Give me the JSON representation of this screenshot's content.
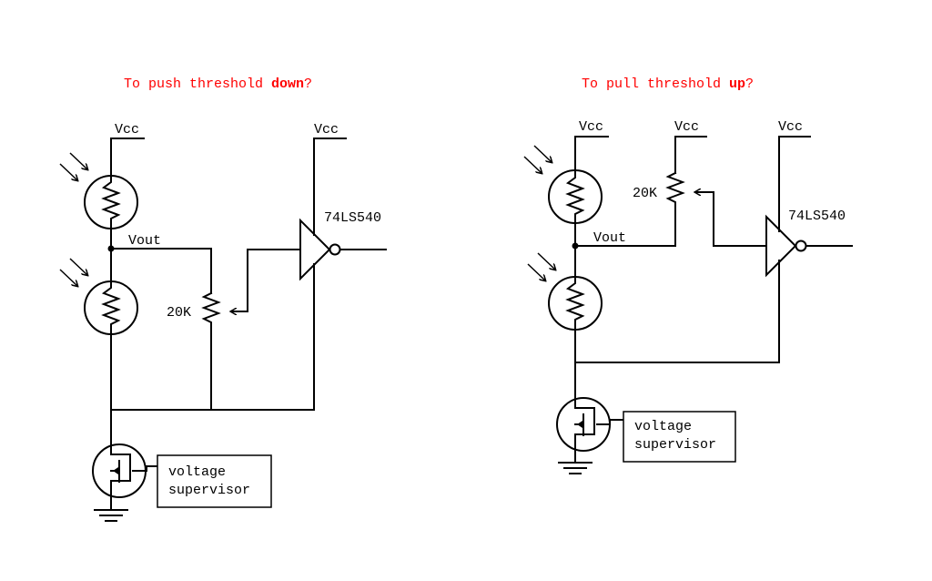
{
  "circuits": [
    {
      "title": {
        "pre": "To push threshold ",
        "emph": "down",
        "post": "?"
      },
      "labels": {
        "vcc_left": "Vcc",
        "vcc_gate": "Vcc",
        "vout": "Vout",
        "pot": "20K",
        "ic": "74LS540",
        "supervisor_line1": "voltage",
        "supervisor_line2": "supervisor"
      }
    },
    {
      "title": {
        "pre": "To pull threshold ",
        "emph": "up",
        "post": "?"
      },
      "labels": {
        "vcc_left": "Vcc",
        "vcc_pot": "Vcc",
        "vcc_gate": "Vcc",
        "vout": "Vout",
        "pot": "20K",
        "ic": "74LS540",
        "supervisor_line1": "voltage",
        "supervisor_line2": "supervisor"
      }
    }
  ],
  "title_color": "#ff0000"
}
